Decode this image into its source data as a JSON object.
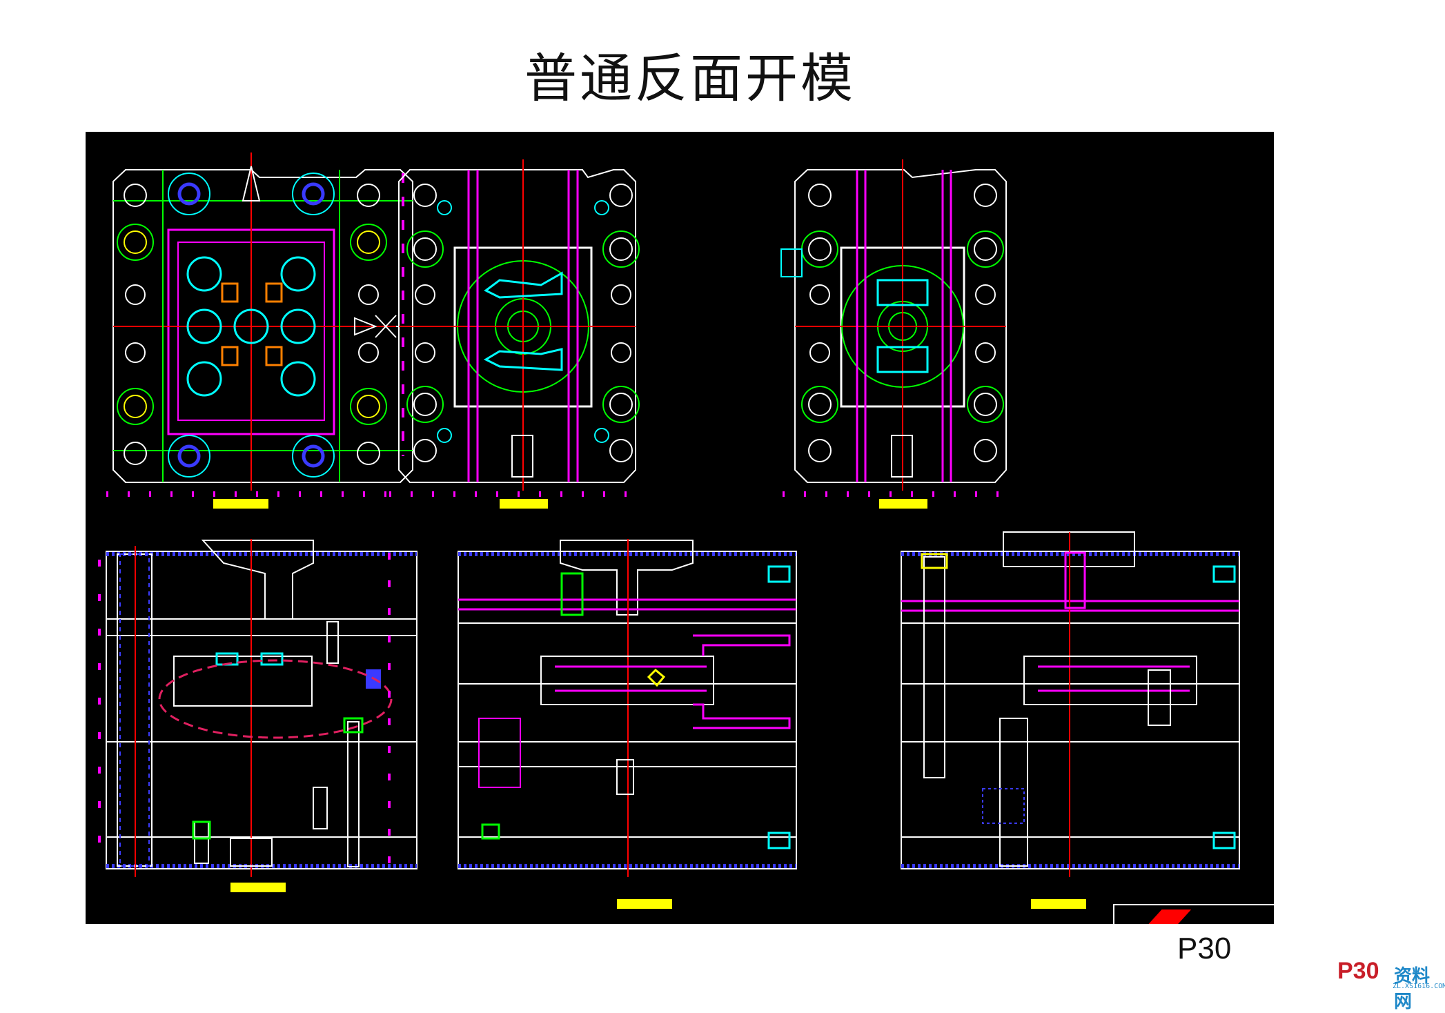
{
  "slide": {
    "title": "普通反面开模",
    "page_number": "P30"
  },
  "watermark": {
    "prefix": "P30",
    "brand": "资料网",
    "url": "ZL.XS1616.COM"
  },
  "colors": {
    "canvas": "#000000",
    "line_white": "#ffffff",
    "magenta": "#ff00ff",
    "cyan": "#00ffff",
    "green": "#00ff00",
    "red": "#ff0000",
    "yellow": "#ffff00",
    "blue": "#3a3aff"
  },
  "drawing_views": [
    {
      "id": "plan-view-1",
      "caption_icon": "yellow-label-block"
    },
    {
      "id": "plan-view-2",
      "caption_icon": "yellow-label-block"
    },
    {
      "id": "plan-view-3",
      "caption_icon": "yellow-label-block"
    },
    {
      "id": "section-view-1",
      "caption_icon": "yellow-label-block"
    },
    {
      "id": "section-view-2",
      "caption_icon": "yellow-label-block"
    },
    {
      "id": "section-view-3",
      "caption_icon": "yellow-label-block"
    }
  ]
}
